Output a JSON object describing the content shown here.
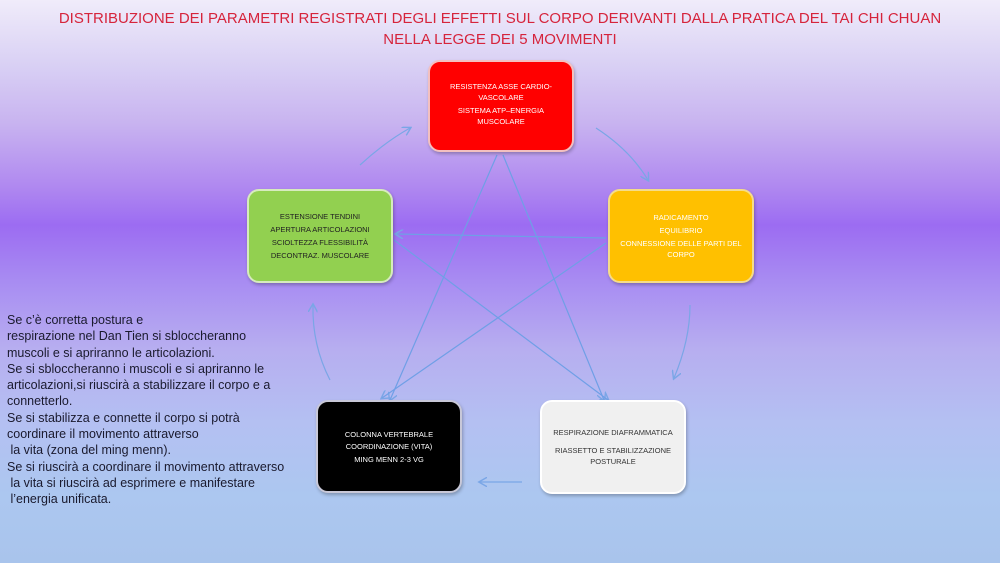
{
  "title": {
    "line1": "DISTRIBUZIONE DEI PARAMETRI REGISTRATI DEGLI EFFETTI SUL CORPO  DERIVANTI DALLA PRATICA DEL TAI CHI CHUAN",
    "line2": "NELLA LEGGE DEI 5 MOVIMENTI"
  },
  "colors": {
    "fire": "#ff0000",
    "earth": "#ffc000",
    "wood": "#92d050",
    "water": "#000000",
    "metal": "#f0f0f0",
    "title": "#d6243c",
    "arrows": "#7aa6e6"
  },
  "nodes": {
    "red": [
      "RESISTENZA ASSE CARDIO-VASCOLARE",
      "SISTEMA ATP–ENERGIA MUSCOLARE"
    ],
    "orange": [
      "RADICAMENTO",
      "EQUILIBRIO",
      "CONNESSIONE  DELLE PARTI DEL CORPO"
    ],
    "green": [
      "ESTENSIONE TENDINI",
      "APERTURA ARTICOLAZIONI",
      "SCIOLTEZZA FLESSIBILITÀ",
      "DECONTRAZ. MUSCOLARE"
    ],
    "black": [
      "COLONNA VERTEBRALE",
      "COORDINAZIONE (VITA)",
      "MING MENN 2-3 VG"
    ],
    "white": [
      "RESPIRAZIONE DIAFRAMMATICA",
      "RIASSETTO E STABILIZZAZIONE POSTURALE"
    ]
  },
  "notes": [
    "Se c’è corretta postura e",
    "respirazione nel Dan Tien si sbloccheranno",
    "muscoli e si apriranno le articolazioni.",
    "Se si sbloccheranno i muscoli e si apriranno le",
    "articolazioni,si riuscirà a stabilizzare il corpo e a",
    "connetterlo.",
    "Se si stabilizza e connette il corpo si potrà",
    "coordinare il movimento attraverso",
    " la vita (zona del ming menn).",
    "Se si riuscirà a coordinare il movimento attraverso",
    " la vita si riuscirà ad esprimere e manifestare",
    " l’energia unificata."
  ]
}
